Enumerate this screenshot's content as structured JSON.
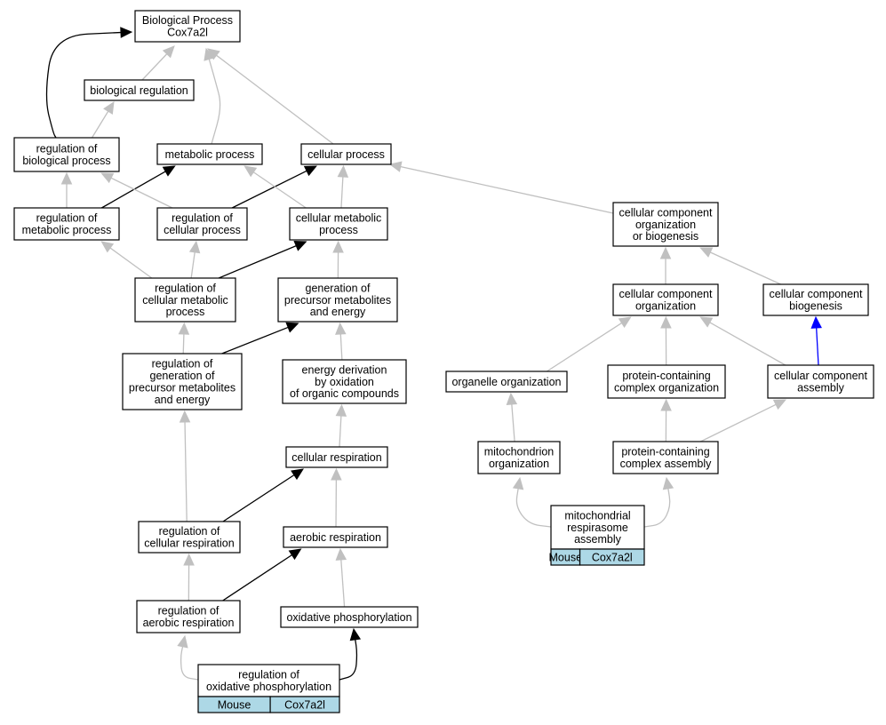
{
  "colors": {
    "edge_is_a": "#c0c0c0",
    "edge_regulates": "#000000",
    "edge_part_of": "#0000ff",
    "annotation_fill": "#add8e6",
    "node_fill": "#ffffff"
  },
  "nodes": {
    "bp_root": [
      "Biological Process",
      "Cox7a2l"
    ],
    "biological_regulation": [
      "biological regulation"
    ],
    "regulation_of_biological_process": [
      "regulation of",
      "biological process"
    ],
    "metabolic_process": [
      "metabolic process"
    ],
    "cellular_process": [
      "cellular process"
    ],
    "regulation_of_metabolic_process": [
      "regulation of",
      "metabolic process"
    ],
    "regulation_of_cellular_process": [
      "regulation of",
      "cellular process"
    ],
    "cellular_metabolic_process": [
      "cellular metabolic",
      "process"
    ],
    "ccob": [
      "cellular component",
      "organization",
      "or biogenesis"
    ],
    "reg_cellular_metabolic_process": [
      "regulation of",
      "cellular metabolic",
      "process"
    ],
    "generation_precursor": [
      "generation of",
      "precursor metabolites",
      "and energy"
    ],
    "cellular_component_organization": [
      "cellular component",
      "organization"
    ],
    "cellular_component_biogenesis": [
      "cellular component",
      "biogenesis"
    ],
    "reg_generation_precursor": [
      "regulation of",
      "generation of",
      "precursor metabolites",
      "and energy"
    ],
    "energy_derivation": [
      "energy derivation",
      "by oxidation",
      "of organic compounds"
    ],
    "organelle_organization": [
      "organelle organization"
    ],
    "protein_complex_organization": [
      "protein-containing",
      "complex organization"
    ],
    "cellular_component_assembly": [
      "cellular component",
      "assembly"
    ],
    "cellular_respiration": [
      "cellular respiration"
    ],
    "mitochondrion_organization": [
      "mitochondrion",
      "organization"
    ],
    "protein_complex_assembly": [
      "protein-containing",
      "complex assembly"
    ],
    "reg_cellular_respiration": [
      "regulation of",
      "cellular respiration"
    ],
    "aerobic_respiration": [
      "aerobic respiration"
    ],
    "mito_respirasome_assembly": [
      "mitochondrial",
      "respirasome",
      "assembly"
    ],
    "reg_aerobic_respiration": [
      "regulation of",
      "aerobic respiration"
    ],
    "oxidative_phosphorylation": [
      "oxidative phosphorylation"
    ],
    "reg_oxidative_phosphorylation": [
      "regulation of",
      "oxidative phosphorylation"
    ]
  },
  "annotations": {
    "mito_respirasome_assembly": [
      "Mouse",
      "Cox7a2l"
    ],
    "reg_oxidative_phosphorylation": [
      "Mouse",
      "Cox7a2l"
    ]
  },
  "edges": [
    {
      "from": "biological_regulation",
      "to": "bp_root",
      "type": "is_a"
    },
    {
      "from": "regulation_of_biological_process",
      "to": "bp_root",
      "type": "regulates"
    },
    {
      "from": "metabolic_process",
      "to": "bp_root",
      "type": "is_a"
    },
    {
      "from": "cellular_process",
      "to": "bp_root",
      "type": "is_a"
    },
    {
      "from": "regulation_of_biological_process",
      "to": "biological_regulation",
      "type": "is_a"
    },
    {
      "from": "regulation_of_metabolic_process",
      "to": "regulation_of_biological_process",
      "type": "is_a"
    },
    {
      "from": "regulation_of_metabolic_process",
      "to": "metabolic_process",
      "type": "regulates"
    },
    {
      "from": "regulation_of_cellular_process",
      "to": "regulation_of_biological_process",
      "type": "is_a"
    },
    {
      "from": "regulation_of_cellular_process",
      "to": "cellular_process",
      "type": "regulates"
    },
    {
      "from": "cellular_metabolic_process",
      "to": "metabolic_process",
      "type": "is_a"
    },
    {
      "from": "cellular_metabolic_process",
      "to": "cellular_process",
      "type": "is_a"
    },
    {
      "from": "ccob",
      "to": "cellular_process",
      "type": "is_a"
    },
    {
      "from": "reg_cellular_metabolic_process",
      "to": "regulation_of_metabolic_process",
      "type": "is_a"
    },
    {
      "from": "reg_cellular_metabolic_process",
      "to": "regulation_of_cellular_process",
      "type": "is_a"
    },
    {
      "from": "reg_cellular_metabolic_process",
      "to": "cellular_metabolic_process",
      "type": "regulates"
    },
    {
      "from": "generation_precursor",
      "to": "cellular_metabolic_process",
      "type": "is_a"
    },
    {
      "from": "cellular_component_organization",
      "to": "ccob",
      "type": "is_a"
    },
    {
      "from": "cellular_component_biogenesis",
      "to": "ccob",
      "type": "is_a"
    },
    {
      "from": "reg_generation_precursor",
      "to": "reg_cellular_metabolic_process",
      "type": "is_a"
    },
    {
      "from": "reg_generation_precursor",
      "to": "generation_precursor",
      "type": "regulates"
    },
    {
      "from": "energy_derivation",
      "to": "generation_precursor",
      "type": "is_a"
    },
    {
      "from": "organelle_organization",
      "to": "cellular_component_organization",
      "type": "is_a"
    },
    {
      "from": "protein_complex_organization",
      "to": "cellular_component_organization",
      "type": "is_a"
    },
    {
      "from": "cellular_component_assembly",
      "to": "cellular_component_organization",
      "type": "is_a"
    },
    {
      "from": "cellular_component_assembly",
      "to": "cellular_component_biogenesis",
      "type": "part_of"
    },
    {
      "from": "cellular_respiration",
      "to": "energy_derivation",
      "type": "is_a"
    },
    {
      "from": "mitochondrion_organization",
      "to": "organelle_organization",
      "type": "is_a"
    },
    {
      "from": "protein_complex_assembly",
      "to": "protein_complex_organization",
      "type": "is_a"
    },
    {
      "from": "protein_complex_assembly",
      "to": "cellular_component_assembly",
      "type": "is_a"
    },
    {
      "from": "reg_cellular_respiration",
      "to": "reg_generation_precursor",
      "type": "is_a"
    },
    {
      "from": "reg_cellular_respiration",
      "to": "cellular_respiration",
      "type": "regulates"
    },
    {
      "from": "aerobic_respiration",
      "to": "cellular_respiration",
      "type": "is_a"
    },
    {
      "from": "mito_respirasome_assembly",
      "to": "mitochondrion_organization",
      "type": "is_a"
    },
    {
      "from": "mito_respirasome_assembly",
      "to": "protein_complex_assembly",
      "type": "is_a"
    },
    {
      "from": "reg_aerobic_respiration",
      "to": "reg_cellular_respiration",
      "type": "is_a"
    },
    {
      "from": "reg_aerobic_respiration",
      "to": "aerobic_respiration",
      "type": "regulates"
    },
    {
      "from": "oxidative_phosphorylation",
      "to": "aerobic_respiration",
      "type": "is_a"
    },
    {
      "from": "reg_oxidative_phosphorylation",
      "to": "reg_aerobic_respiration",
      "type": "is_a"
    },
    {
      "from": "reg_oxidative_phosphorylation",
      "to": "oxidative_phosphorylation",
      "type": "regulates"
    }
  ]
}
